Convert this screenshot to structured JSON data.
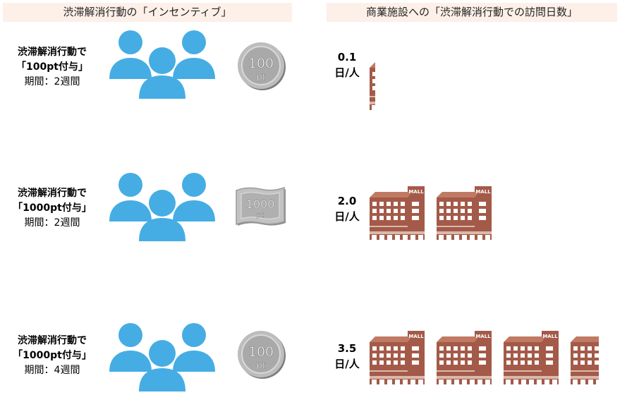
{
  "headers": {
    "left": "渋滞解消行動の「インセンティブ」",
    "right": "商業施設への「渋滞解消行動での訪問日数」"
  },
  "chart_data": {
    "type": "bar",
    "title": "商業施設への「渋滞解消行動での訪問日数」",
    "categories": [
      "渋滞解消行動で「100pt付与」期間：2週間",
      "渋滞解消行動で「1000pt付与」期間：2週間",
      "渋滞解消行動で「1000pt付与」期間：4週間"
    ],
    "values": [
      0.1,
      2.0,
      3.5
    ],
    "value_labels": [
      "0.1",
      "2.0",
      "3.5"
    ],
    "unit": "日/人",
    "icon": "mall-building-icon",
    "icon_unit_value": 1
  },
  "rows": [
    {
      "line1": "渋滞解消行動で",
      "line2": "「100pt付与」",
      "line3": "期間：2週間",
      "incentive_icon": "coin-100pt-icon",
      "incentive_text_top": "100",
      "incentive_text_bottom": "pt",
      "visit_value": "0.1",
      "visit_unit": "日/人"
    },
    {
      "line1": "渋滞解消行動で",
      "line2": "「1000pt付与」",
      "line3": "期間：2週間",
      "incentive_icon": "bill-1000pt-icon",
      "incentive_text_top": "1000",
      "incentive_text_bottom": "pt",
      "visit_value": "2.0",
      "visit_unit": "日/人"
    },
    {
      "line1": "渋滞解消行動で",
      "line2": "「1000pt付与」",
      "line3": "期間：4週間",
      "incentive_icon": "coin-100pt-icon",
      "incentive_text_top": "100",
      "incentive_text_bottom": "pt",
      "visit_value": "3.5",
      "visit_unit": "日/人"
    }
  ],
  "mall_sign": "MALL",
  "colors": {
    "people": "#45ade3",
    "building": "#a45a48",
    "coin": "#b8b8b8",
    "header_bg": "#fdf0e8"
  }
}
